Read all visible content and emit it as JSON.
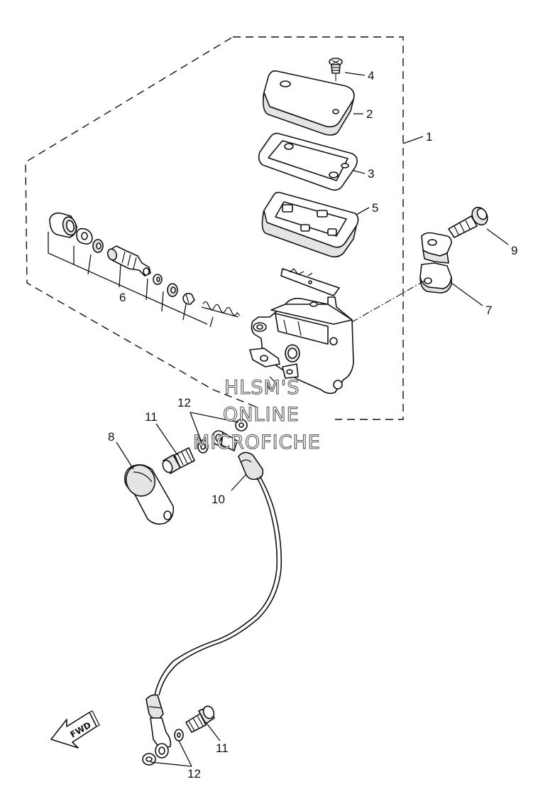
{
  "callouts": {
    "c1": "1",
    "c2": "2",
    "c3": "3",
    "c4": "4",
    "c5": "5",
    "c6": "6",
    "c7": "7",
    "c8": "8",
    "c9": "9",
    "c10": "10",
    "c11_top": "11",
    "c11_bottom": "11",
    "c12_top": "12",
    "c12_bottom": "12"
  },
  "watermark": {
    "line1": "HLSM'S",
    "line2": "ONLINE",
    "line3": "MICROFICHE"
  },
  "direction_marker": "FWD"
}
